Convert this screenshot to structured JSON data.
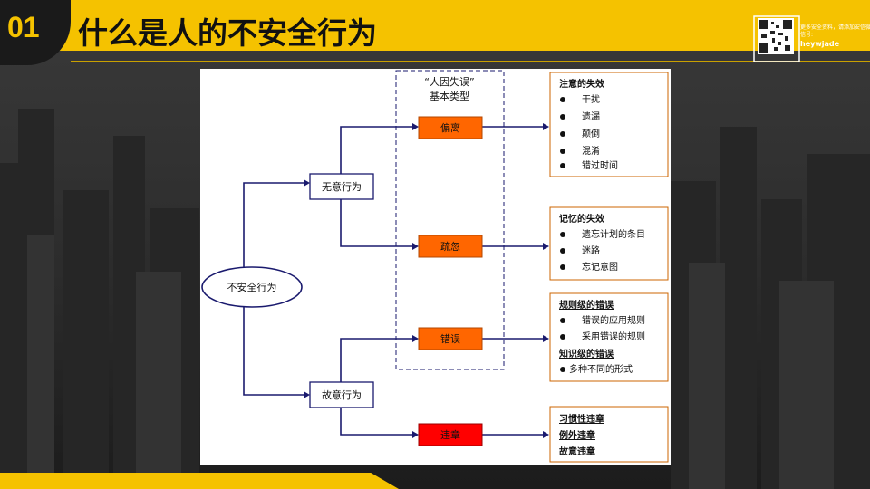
{
  "slide": {
    "number": "01",
    "title": "什么是人的不安全行为",
    "qr_text": "更多安全资料，请添加安信微信号:",
    "qr_id": "heywjade"
  },
  "colors": {
    "accent_yellow": "#f5c200",
    "box_orange": "#ff6600",
    "box_red": "#ff0000",
    "line_navy": "#1a1a6e",
    "detail_border": "#cc6600"
  },
  "diagram": {
    "root": "不安全行为",
    "branches": [
      "无意行为",
      "故意行为"
    ],
    "category_header": [
      "“人因失误”",
      "基本类型"
    ],
    "types": [
      "偏离",
      "疏忽",
      "错误",
      "违章"
    ],
    "details": [
      {
        "heading": "注意的失效",
        "items": [
          "干扰",
          "遗漏",
          "颠倒",
          "混淆",
          "错过时间"
        ]
      },
      {
        "heading": "记忆的失效",
        "items": [
          "遗忘计划的条目",
          "迷路",
          "忘记意图"
        ]
      },
      {
        "heading": "规则级的错误",
        "items": [
          "错误的应用规则",
          "采用错误的规则"
        ],
        "heading2": "知识级的错误",
        "items2": [
          "多种不同的形式"
        ]
      },
      {
        "lines": [
          "习惯性违章",
          "例外违章",
          "故意违章"
        ]
      }
    ]
  }
}
